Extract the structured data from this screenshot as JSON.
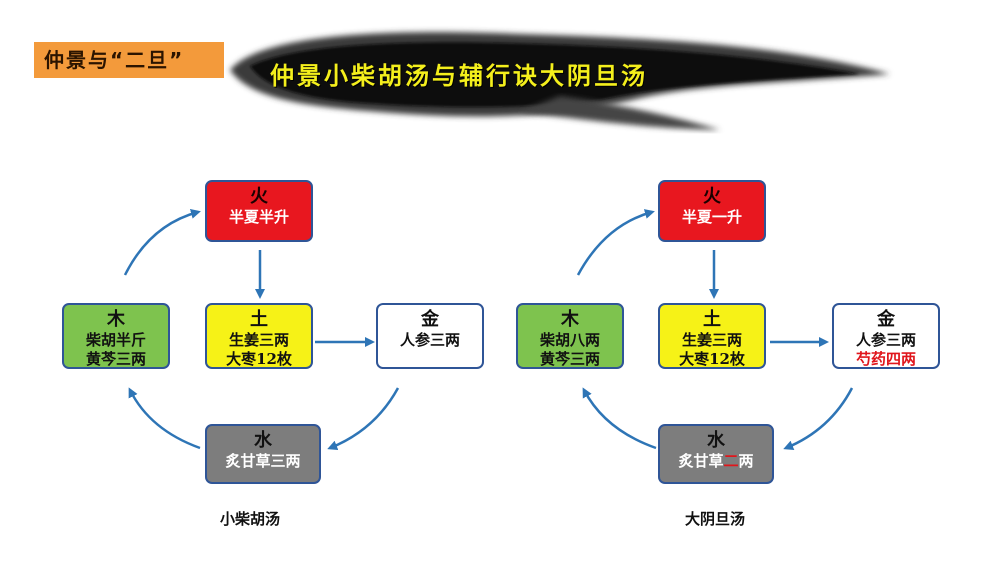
{
  "header": {
    "badge": "仲景与“二旦”",
    "title": "仲景小柴胡汤与辅行诀大阴旦汤"
  },
  "left_diagram": {
    "caption": "小柴胡汤",
    "fire": {
      "element": "火",
      "lines": [
        "半夏半升"
      ]
    },
    "earth": {
      "element": "土",
      "lines": [
        "生姜三两",
        "大枣12枚"
      ]
    },
    "wood": {
      "element": "木",
      "lines": [
        "柴胡半斤",
        "黄芩三两"
      ]
    },
    "metal": {
      "element": "金",
      "lines": [
        "人参三两"
      ]
    },
    "water": {
      "element": "水",
      "lines": [
        "炙甘草三两"
      ]
    }
  },
  "right_diagram": {
    "caption": "大阴旦汤",
    "fire": {
      "element": "火",
      "lines": [
        "半夏一升"
      ]
    },
    "earth": {
      "element": "土",
      "lines": [
        "生姜三两",
        "大枣12枚"
      ]
    },
    "wood": {
      "element": "木",
      "lines": [
        "柴胡八两",
        "黄芩三两"
      ]
    },
    "metal": {
      "element": "金",
      "lines": [
        "人参三两",
        "芍药四两"
      ]
    },
    "water": {
      "element": "水",
      "lines": [
        "炙甘草",
        "二",
        "两"
      ]
    }
  },
  "colors": {
    "fire": "#e8171f",
    "wood": "#7ec34e",
    "earth": "#f6f217",
    "metal": "#ffffff",
    "water": "#7d7d7d",
    "arrow": "#2e75b6",
    "border": "#2f5597",
    "highlight": "#e0161c",
    "badge": "#f39a3b"
  }
}
